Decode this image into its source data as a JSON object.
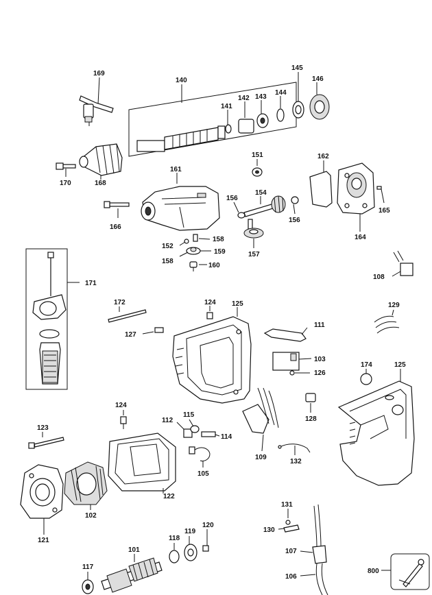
{
  "labels": {
    "p169": "169",
    "p140": "140",
    "p145": "145",
    "p146": "146",
    "p142": "142",
    "p143": "143",
    "p144": "144",
    "p141": "141",
    "p170": "170",
    "p168": "168",
    "p161": "161",
    "p151": "151",
    "p162": "162",
    "p166": "166",
    "p156a": "156",
    "p154": "154",
    "p156b": "156",
    "p165": "165",
    "p164": "164",
    "p152": "152",
    "p158a": "158",
    "p159": "159",
    "p158b": "158",
    "p160": "160",
    "p157": "157",
    "p108": "108",
    "p171": "171",
    "p172": "172",
    "p124a": "124",
    "p125a": "125",
    "p129": "129",
    "p127": "127",
    "p111": "111",
    "p103": "103",
    "p126": "126",
    "p174": "174",
    "p125b": "125",
    "p124b": "124",
    "p128": "128",
    "p115": "115",
    "p112": "112",
    "p123": "123",
    "p114": "114",
    "p105": "105",
    "p109": "109",
    "p132": "132",
    "p122": "122",
    "p102": "102",
    "p121": "121",
    "p131": "131",
    "p130": "130",
    "p120": "120",
    "p118": "118",
    "p119": "119",
    "p101": "101",
    "p107": "107",
    "p117": "117",
    "p800": "800",
    "p106": "106"
  }
}
